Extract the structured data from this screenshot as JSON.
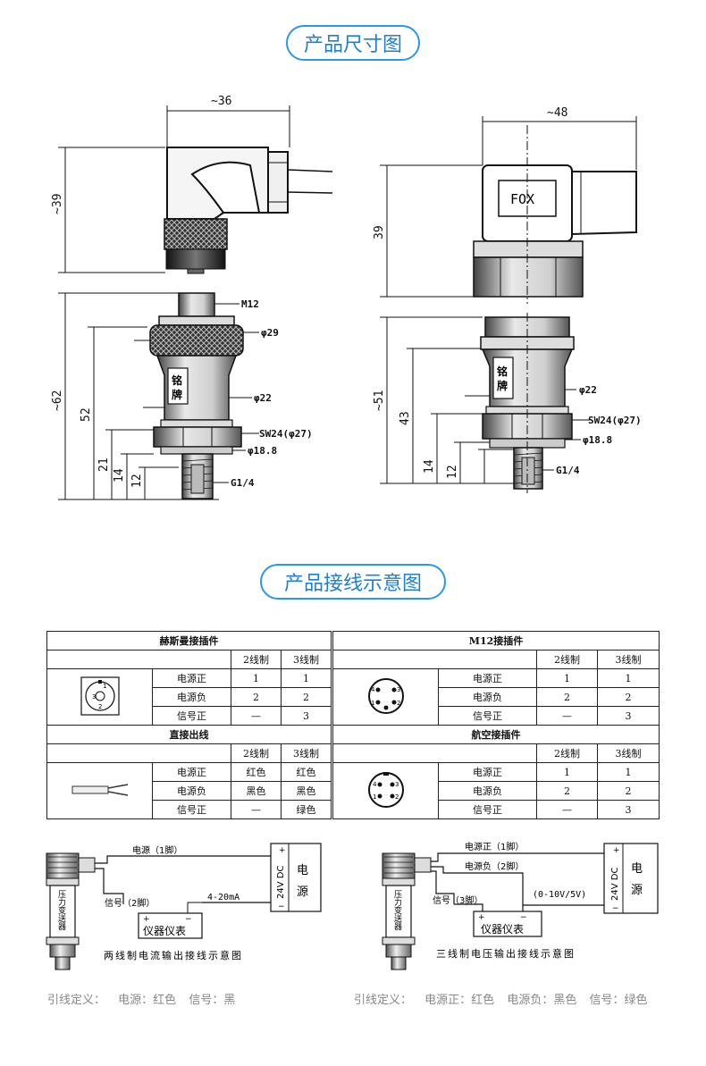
{
  "sections": {
    "dimensions_title": "产品尺寸图",
    "wiring_title": "产品接线示意图"
  },
  "dimensions": {
    "left": {
      "width_top": "~36",
      "height_top": "~39",
      "height_total": "~62",
      "height_52": "52",
      "height_21": "21",
      "height_14": "14",
      "height_12": "12",
      "m12": "M12",
      "d29": "φ29",
      "d22": "φ22",
      "sw": "SW24(φ27)",
      "d188": "φ18.8",
      "g14": "G1/4",
      "nameplate": [
        "铭",
        "牌"
      ]
    },
    "right": {
      "width_top": "~48",
      "height_top": "39",
      "height_total": "~51",
      "height_43": "43",
      "height_14": "14",
      "height_12": "12",
      "d22": "φ22",
      "sw": "SW24(φ27)",
      "d188": "φ18.8",
      "g14": "G1/4",
      "fox": "FOX",
      "nameplate": [
        "铭",
        "牌"
      ]
    }
  },
  "wiring_table": {
    "col_2wire": "2线制",
    "col_3wire": "3线制",
    "blocks": [
      {
        "title": "赫斯曼接插件",
        "rows": [
          {
            "label": "电源正",
            "v2": "1",
            "v3": "1"
          },
          {
            "label": "电源负",
            "v2": "2",
            "v3": "2"
          },
          {
            "label": "信号正",
            "v2": "—",
            "v3": "3"
          }
        ]
      },
      {
        "title": "M12接插件",
        "rows": [
          {
            "label": "电源正",
            "v2": "1",
            "v3": "1"
          },
          {
            "label": "电源负",
            "v2": "2",
            "v3": "2"
          },
          {
            "label": "信号正",
            "v2": "—",
            "v3": "3"
          }
        ]
      },
      {
        "title": "直接出线",
        "rows": [
          {
            "label": "电源正",
            "v2": "红色",
            "v3": "红色"
          },
          {
            "label": "电源负",
            "v2": "黑色",
            "v3": "黑色"
          },
          {
            "label": "信号正",
            "v2": "—",
            "v3": "绿色"
          }
        ]
      },
      {
        "title": "航空接插件",
        "rows": [
          {
            "label": "电源正",
            "v2": "1",
            "v3": "1"
          },
          {
            "label": "电源负",
            "v2": "2",
            "v3": "2"
          },
          {
            "label": "信号正",
            "v2": "—",
            "v3": "3"
          }
        ]
      }
    ]
  },
  "schematics": {
    "two_wire": {
      "power_label": "电源（1脚）",
      "signal_label": "信号（2脚）",
      "current": "4-20mA",
      "supply": "24V DC",
      "source": [
        "电",
        "源"
      ],
      "plus": "+",
      "minus": "−",
      "meter": "仪器仪表",
      "transmitter": [
        "压",
        "力",
        "变",
        "送",
        "器"
      ],
      "caption": "两线制电流输出接线示意图"
    },
    "three_wire": {
      "power_pos_label": "电源正（1脚）",
      "power_neg_label": "电源负（2脚）",
      "signal_label": "信号（3脚）",
      "voltage": "(0-10V/5V)",
      "supply": "24V DC",
      "source": [
        "电",
        "源"
      ],
      "plus": "+",
      "minus": "−",
      "meter": "仪器仪表",
      "transmitter": [
        "压",
        "力",
        "变",
        "送",
        "器"
      ],
      "caption": "三线制电压输出接线示意图"
    }
  },
  "legends": {
    "left": [
      "引线定义：",
      "电源：红色",
      "信号：黑"
    ],
    "right": [
      "引线定义：",
      "电源正：红色",
      "电源负：黑色",
      "信号：绿色"
    ]
  }
}
